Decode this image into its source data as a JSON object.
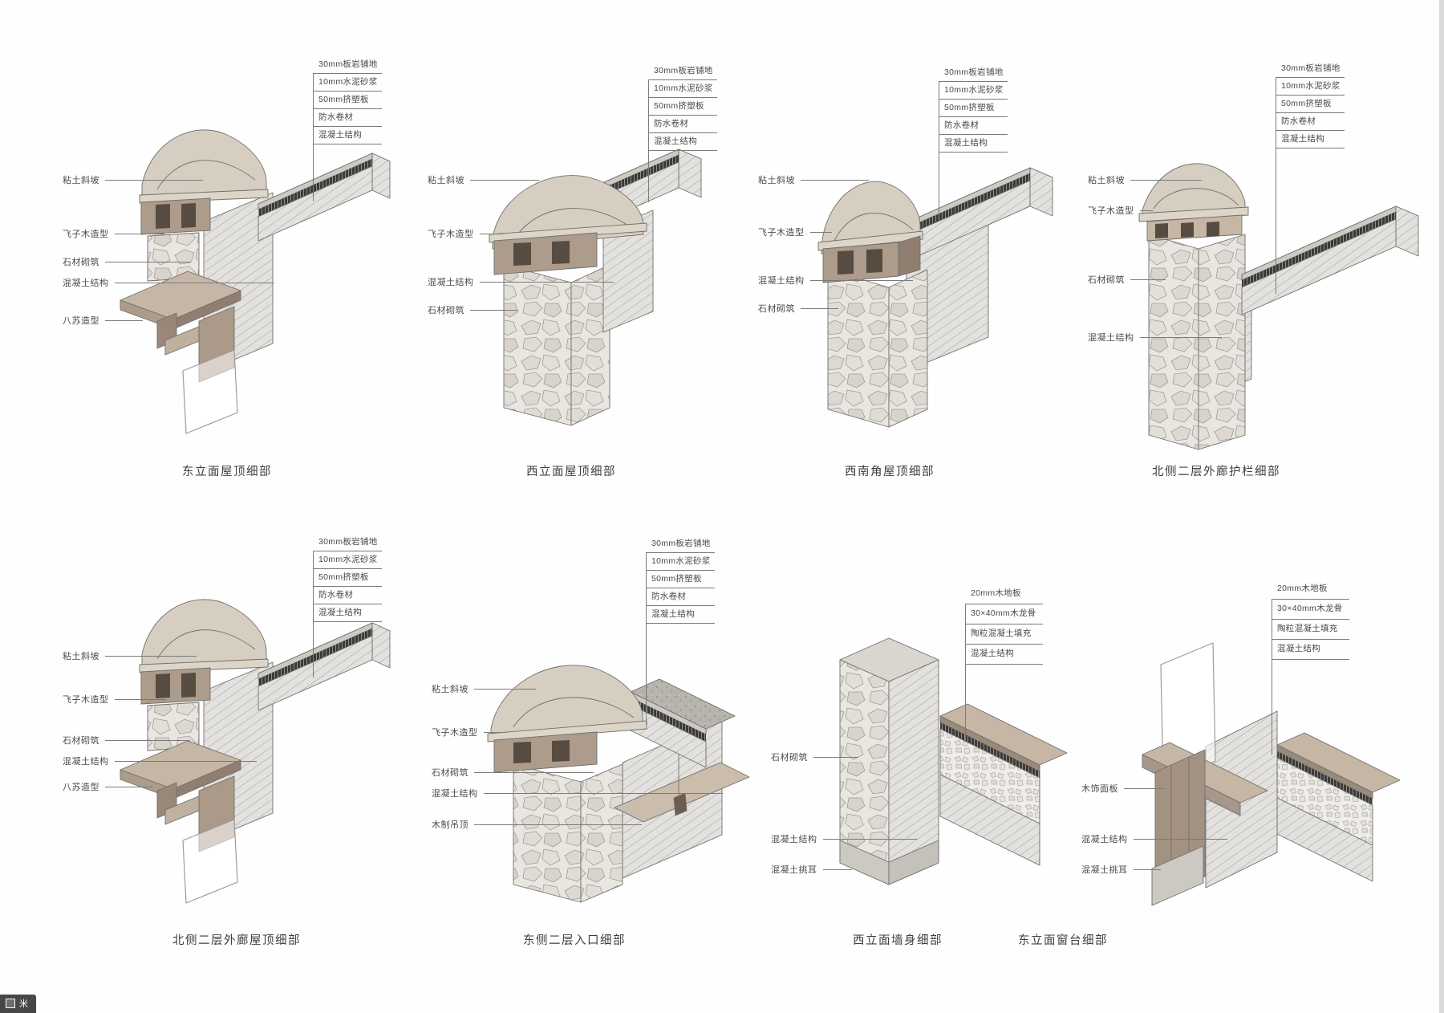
{
  "page": {
    "background": "#fefefe",
    "line_color": "#7a7a78",
    "text_color": "#4a4a4a",
    "edge_strip_color": "#d9d9d8"
  },
  "watermark": {
    "text": "米"
  },
  "details": [
    {
      "title": "东立面屋顶细部",
      "callouts": [
        "30mm板岩铺地",
        "10mm水泥砂浆",
        "50mm挤塑板",
        "防水卷材",
        "混凝土结构"
      ],
      "labels": [
        "粘土斜坡",
        "飞子木造型",
        "石材砌筑",
        "混凝土结构",
        "八苏造型"
      ]
    },
    {
      "title": "西立面屋顶细部",
      "callouts": [
        "30mm板岩铺地",
        "10mm水泥砂浆",
        "50mm挤塑板",
        "防水卷材",
        "混凝土结构"
      ],
      "labels": [
        "粘土斜坡",
        "飞子木造型",
        "混凝土结构",
        "石材砌筑"
      ]
    },
    {
      "title": "西南角屋顶细部",
      "callouts": [
        "30mm板岩铺地",
        "10mm水泥砂浆",
        "50mm挤塑板",
        "防水卷材",
        "混凝土结构"
      ],
      "labels": [
        "粘土斜坡",
        "飞子木造型",
        "混凝土结构",
        "石材砌筑"
      ]
    },
    {
      "title": "北侧二层外廊护栏细部",
      "callouts": [
        "30mm板岩铺地",
        "10mm水泥砂浆",
        "50mm挤塑板",
        "防水卷材",
        "混凝土结构"
      ],
      "labels": [
        "粘土斜坡",
        "飞子木造型",
        "石材砌筑",
        "混凝土结构"
      ]
    },
    {
      "title": "北侧二层外廊屋顶细部",
      "callouts": [
        "30mm板岩铺地",
        "10mm水泥砂浆",
        "50mm挤塑板",
        "防水卷材",
        "混凝土结构"
      ],
      "labels": [
        "粘土斜坡",
        "飞子木造型",
        "石材砌筑",
        "混凝土结构",
        "八苏造型"
      ]
    },
    {
      "title": "东侧二层入口细部",
      "callouts": [
        "30mm板岩铺地",
        "10mm水泥砂浆",
        "50mm挤塑板",
        "防水卷材",
        "混凝土结构"
      ],
      "labels": [
        "粘土斜坡",
        "飞子木造型",
        "石材砌筑",
        "混凝土结构",
        "木制吊顶"
      ]
    },
    {
      "title": "西立面墙身细部",
      "callouts": [
        "20mm木地板",
        "30×40mm木龙骨",
        "陶粒混凝土填充",
        "混凝土结构"
      ],
      "labels": [
        "石材砌筑",
        "混凝土结构",
        "混凝土挑耳"
      ]
    },
    {
      "title": "东立面窗台细部",
      "callouts": [
        "20mm木地板",
        "30×40mm木龙骨",
        "陶粒混凝土填充",
        "混凝土结构"
      ],
      "labels": [
        "木饰面板",
        "混凝土结构",
        "混凝土挑耳"
      ]
    }
  ]
}
